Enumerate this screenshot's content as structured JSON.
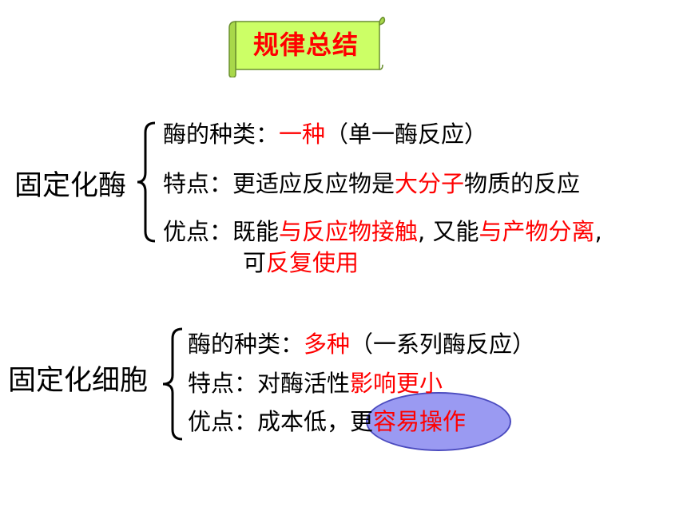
{
  "banner": {
    "title": "规律总结",
    "bg_color": "#ccff66",
    "text_color": "#ff0000"
  },
  "group1": {
    "label": "固定化酶",
    "type_label": "酶的种类：",
    "type_value": "一种",
    "type_note": "（单一酶反应）",
    "feature_label": "特点：",
    "feature_pre": "更适应反应物是",
    "feature_highlight": "大分子",
    "feature_post": "物质的反应",
    "adv_label": "优点：",
    "adv_pre": "既能",
    "adv_hl1": "与反应物接触",
    "adv_mid": ", 又能",
    "adv_hl2": "与产物分离",
    "adv_comma": ",",
    "adv2_pre": "可",
    "adv2_hl": "反复使用"
  },
  "group2": {
    "label": "固定化细胞",
    "type_label": "酶的种类：",
    "type_value": "多种",
    "type_note": "（一系列酶反应）",
    "feature_label": "特点：",
    "feature_pre": "对酶活性",
    "feature_highlight": "影响更小",
    "adv_label": "优点：",
    "adv_pre": "成本低，",
    "adv_plain": "更",
    "adv_hl": "容易操作"
  },
  "colors": {
    "highlight": "#ff0000",
    "oval_fill": "#9a9af2"
  }
}
